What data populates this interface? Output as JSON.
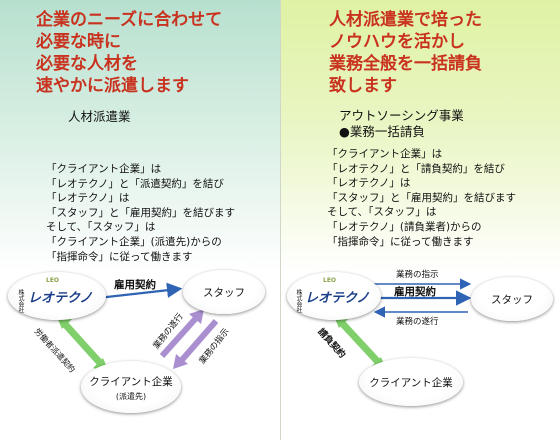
{
  "left": {
    "heading": [
      "企業のニーズに合わせて",
      "必要な時に",
      "必要な人材を",
      "速やかに派遣します"
    ],
    "subheading": "人材派遣業",
    "body": [
      "「クライアント企業」は",
      "「レオテクノ」と「派遣契約」を結び",
      "「レオテクノ」は",
      "「スタッフ」と「雇用契約」を結びます",
      "そして、「スタッフ」は",
      "「クライアント企業」(派遣先)からの",
      "「指揮命令」に従って働きます"
    ],
    "diagram": {
      "logo_text": "レオテクノ",
      "logo_small": "LEO",
      "logo_corp": "株式会社",
      "staff": "スタッフ",
      "client": "クライアント企業",
      "client_sub": "(派遣先)",
      "employment_contract": "雇用契約",
      "dispatch_contract": "労働者派遣契約",
      "work_execution": "業務の遂行",
      "work_instruction": "業務の指示"
    }
  },
  "right": {
    "heading": [
      "人材派遣業で培った",
      "ノウハウを活かし",
      "業務全般を一括請負",
      "致します"
    ],
    "subheading": [
      "アウトソーシング事業",
      "●業務一括請負"
    ],
    "body": [
      "「クライアント企業」は",
      "「レオテクノ」と「請負契約」を結び",
      "「レオテクノ」は",
      "「スタッフ」と「雇用契約」を結びます",
      "そして、「スタッフ」は",
      "「レオテクノ」(請負業者)からの",
      "「指揮命令」に従って働きます"
    ],
    "diagram": {
      "logo_text": "レオテクノ",
      "logo_small": "LEO",
      "logo_corp": "株式会社",
      "staff": "スタッフ",
      "client": "クライアント企業",
      "employment_contract": "雇用契約",
      "work_instruction": "業務の指示",
      "work_execution": "業務の遂行",
      "contract": "請負契約"
    }
  },
  "colors": {
    "heading": "#c8321e",
    "arrow_blue": "#2f63b4",
    "arrow_green": "#7fcf6a",
    "arrow_purple": "#a98fd0",
    "left_bg": "#b7e0cf",
    "right_bg": "#dff2a4"
  }
}
